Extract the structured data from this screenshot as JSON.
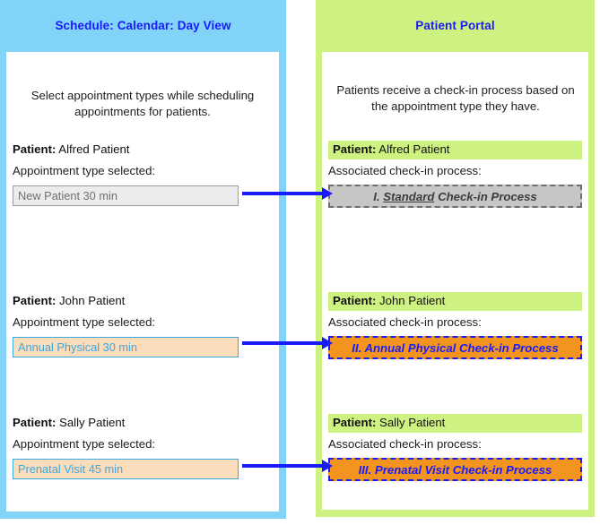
{
  "left_panel": {
    "title": "Schedule: Calendar: Day View",
    "intro": "Select appointment types while scheduling appointments for patients.",
    "patient_label": "Patient:",
    "sub_label": "Appointment type selected:",
    "rows": [
      {
        "patient_name": "Alfred Patient",
        "appointment_type": "New Patient 30 min",
        "style": "gray"
      },
      {
        "patient_name": "John Patient",
        "appointment_type": "Annual Physical 30 min",
        "style": "peach"
      },
      {
        "patient_name": "Sally Patient",
        "appointment_type": "Prenatal Visit 45 min",
        "style": "peach"
      }
    ]
  },
  "right_panel": {
    "title": "Patient Portal",
    "intro": "Patients receive a check-in process based on the appointment type they have.",
    "patient_label": "Patient:",
    "assoc_label": "Associated check-in process:",
    "rows": [
      {
        "patient_name": "Alfred Patient",
        "process_numeral": "I.",
        "process_emphasis": "Standard",
        "process_tail": "Check-in Process",
        "style": "standard"
      },
      {
        "patient_name": "John Patient",
        "process_numeral": "II.",
        "process_emphasis": "Annual Physical",
        "process_tail": "Check-in Process",
        "style": "orange"
      },
      {
        "patient_name": "Sally Patient",
        "process_numeral": "III.",
        "process_emphasis": "Prenatal Visit",
        "process_tail": "Check-in Process",
        "style": "orange"
      }
    ]
  },
  "arrows": [
    {
      "name": "arrow-alfred"
    },
    {
      "name": "arrow-john"
    },
    {
      "name": "arrow-sally"
    }
  ],
  "colors": {
    "left_panel_bg": "#81d4f7",
    "right_panel_bg": "#cdf281",
    "title_text": "#1a1aff",
    "arrow": "#1a1aff",
    "orange_box": "#f2941e",
    "gray_box": "#c6c6c6",
    "peach_input": "#fbddbb"
  }
}
